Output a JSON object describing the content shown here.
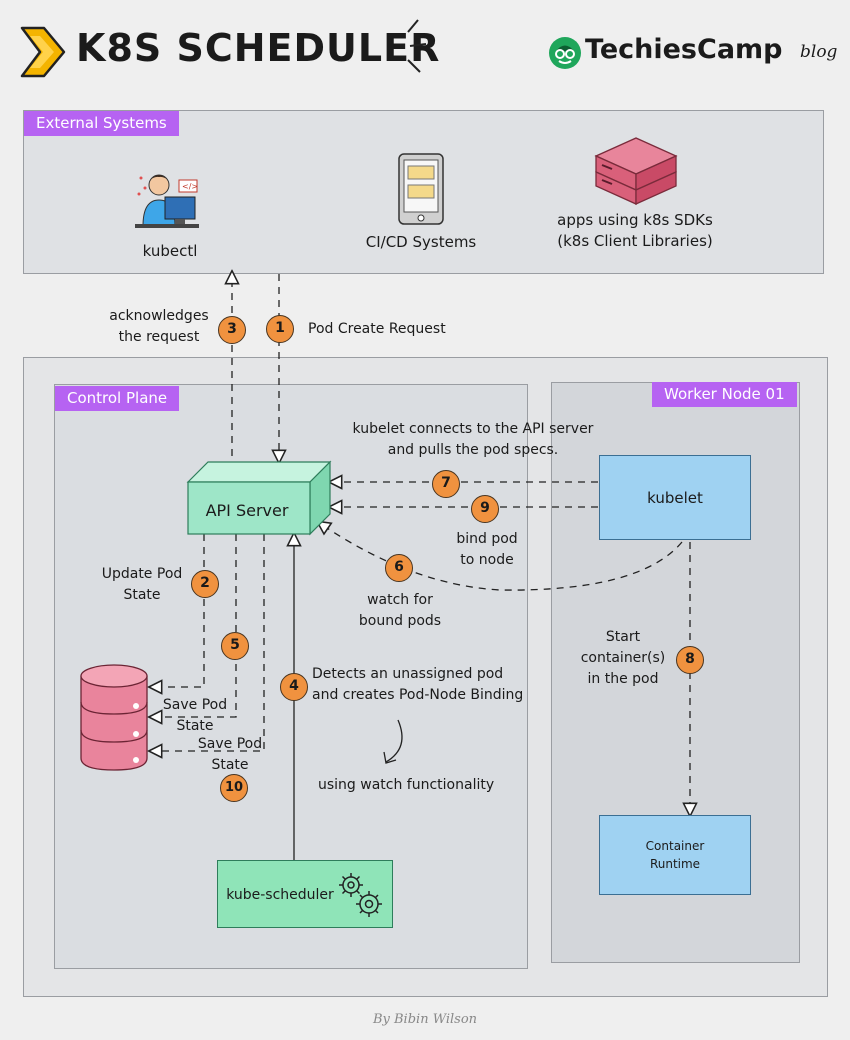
{
  "header": {
    "title": "K8S SCHEDULER",
    "brand": "TechiesCamp",
    "brand_suffix": "blog"
  },
  "external": {
    "tag": "External Systems",
    "kubectl": "kubectl",
    "cicd": "CI/CD Systems",
    "sdk_line1": "apps using k8s SDKs",
    "sdk_line2": "(k8s Client Libraries)"
  },
  "control_plane": {
    "tag": "Control Plane",
    "api_server": "API Server",
    "kube_scheduler": "kube-scheduler"
  },
  "worker": {
    "tag": "Worker Node 01",
    "kubelet": "kubelet",
    "runtime_line1": "Container",
    "runtime_line2": "Runtime"
  },
  "steps": {
    "s1": "1",
    "s2": "2",
    "s3": "3",
    "s4": "4",
    "s5": "5",
    "s6": "6",
    "s7": "7",
    "s8": "8",
    "s9": "9",
    "s10": "10"
  },
  "labels": {
    "ack_line1": "acknowledges",
    "ack_line2": "the request",
    "pod_create": "Pod Create Request",
    "kubelet_connects_line1": "kubelet connects to the API server",
    "kubelet_connects_line2": "and pulls the pod specs.",
    "bind_line1": "bind pod",
    "bind_line2": "to node",
    "watch_line1": "watch for",
    "watch_line2": "bound pods",
    "update_line1": "Update Pod",
    "update_line2": "State",
    "save1_line1": "Save Pod",
    "save1_line2": "State",
    "save2_line1": "Save Pod",
    "save2_line2": "State",
    "detects_line1": "Detects an unassigned pod",
    "detects_line2": "and creates Pod-Node Binding",
    "using_watch": "using watch functionality",
    "start_line1": "Start",
    "start_line2": "container(s)",
    "start_line3": "in the pod"
  },
  "footer": {
    "author": "By Bibin Wilson"
  },
  "colors": {
    "tag": "#b663f2",
    "badge": "#f0923f",
    "api_server": "#9ee6c8",
    "kube_scheduler": "#8fe4b8",
    "kubelet": "#9fd2f2",
    "etcd": "#e9849c",
    "server": "#d9607a"
  }
}
